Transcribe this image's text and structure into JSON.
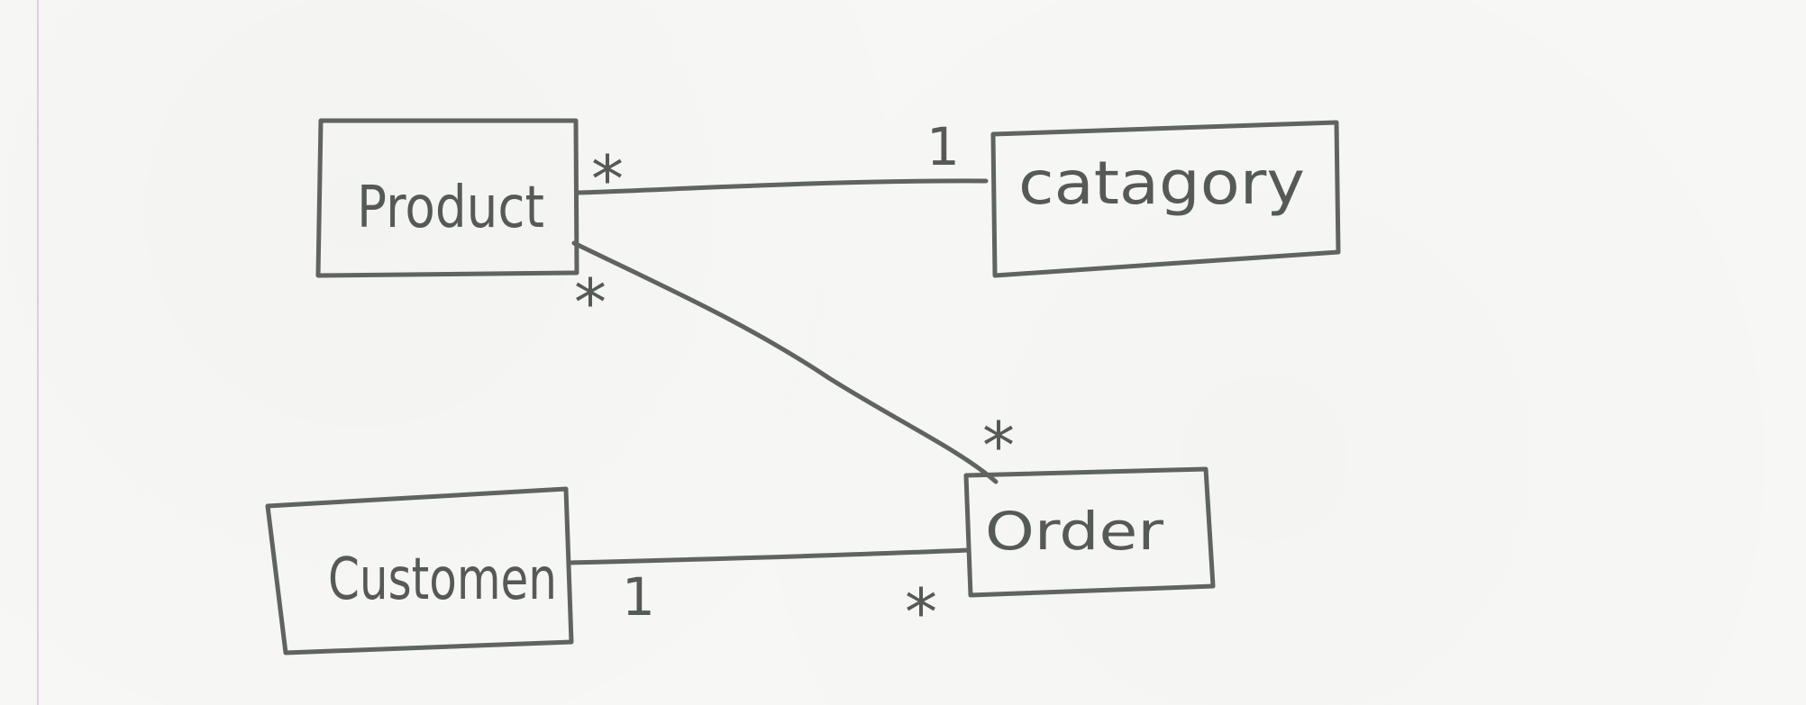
{
  "diagram": {
    "entities": {
      "product": "Product",
      "category": "catagory",
      "customer": "Customen",
      "order": "Order"
    },
    "multiplicities": {
      "product_category_product_end": "*",
      "product_category_category_end": "1",
      "product_order_product_end": "*",
      "product_order_order_end": "*",
      "customer_order_customer_end": "1",
      "customer_order_order_end": "*"
    }
  },
  "colors": {
    "ink": "#5f6460",
    "paper": "#f7f7f5"
  }
}
